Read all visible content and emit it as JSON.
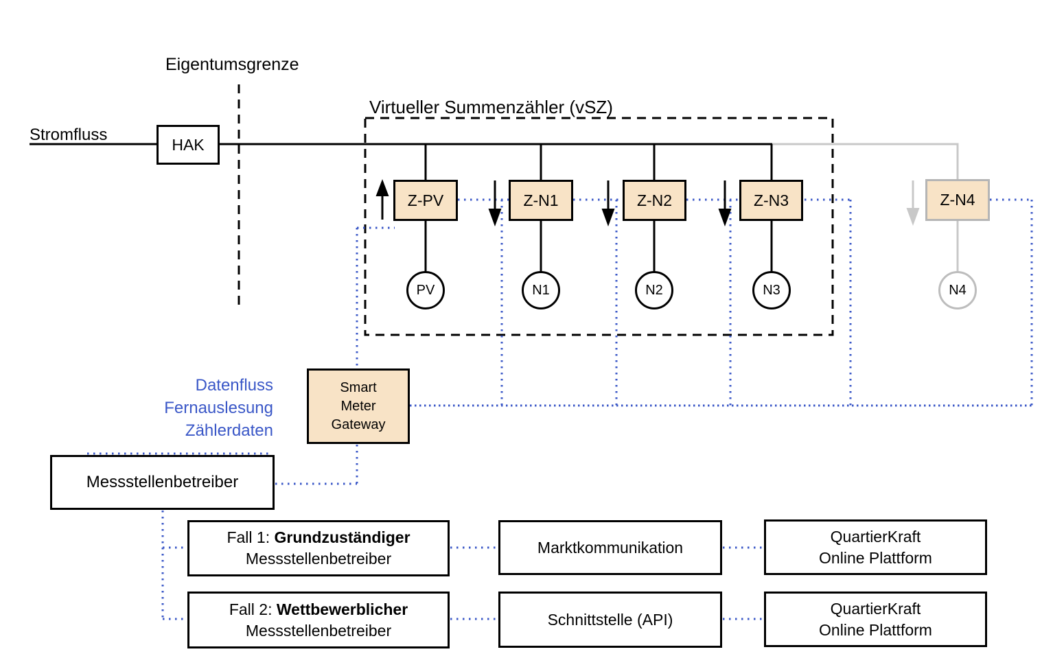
{
  "colors": {
    "accent_blue": "#3A57C7",
    "meter_fill": "#F8E3C6",
    "inactive_gray_line": "#C8C8C8",
    "inactive_gray_border": "#B5B5B5",
    "line_black": "#000000"
  },
  "labels": {
    "stromfluss": "Stromfluss",
    "eigentumsgrenze": "Eigentumsgrenze",
    "hak": "HAK",
    "vsz_title": "Virtueller Summenzähler (vSZ)"
  },
  "legend": {
    "lines": [
      "Datenfluss",
      "Fernauslesung",
      "Zählerdaten"
    ]
  },
  "meters": [
    {
      "label": "Z-PV",
      "circle": "PV",
      "direction": "up",
      "active": true
    },
    {
      "label": "Z-N1",
      "circle": "N1",
      "direction": "down",
      "active": true
    },
    {
      "label": "Z-N2",
      "circle": "N2",
      "direction": "down",
      "active": true
    },
    {
      "label": "Z-N3",
      "circle": "N3",
      "direction": "down",
      "active": true
    },
    {
      "label": "Z-N4",
      "circle": "N4",
      "direction": "down",
      "active": false
    }
  ],
  "gateway": {
    "lines": [
      "Smart",
      "Meter",
      "Gateway"
    ]
  },
  "msb": {
    "label": "Messstellenbetreiber"
  },
  "rows": [
    {
      "case_prefix": "Fall 1: ",
      "case_bold": "Grundzuständiger",
      "case_line2": "Messstellenbetreiber",
      "middle": "Marktkommunikation",
      "platform": [
        "QuartierKraft",
        "Online Plattform"
      ]
    },
    {
      "case_prefix": "Fall 2: ",
      "case_bold": "Wettbewerblicher",
      "case_line2": "Messstellenbetreiber",
      "middle": "Schnittstelle (API)",
      "platform": [
        "QuartierKraft",
        "Online Plattform"
      ]
    }
  ]
}
